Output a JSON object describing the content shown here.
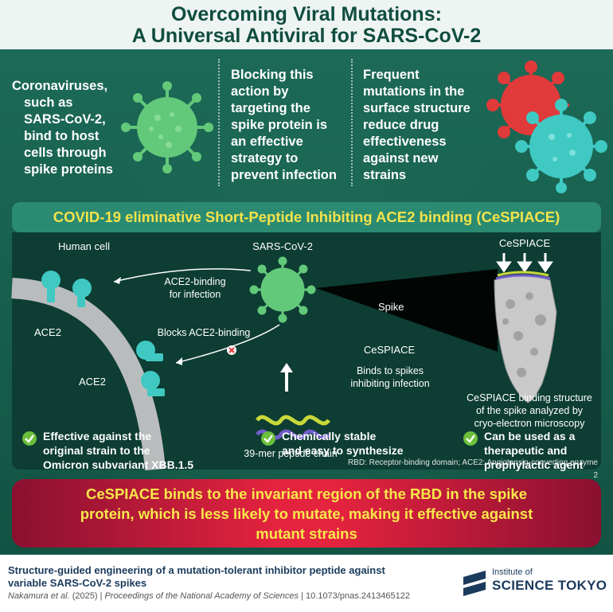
{
  "title": {
    "line1": "Overcoming Viral Mutations:",
    "line2": "A Universal Antiviral for SARS-CoV-2"
  },
  "intro": {
    "col1": [
      "Coronaviruses,",
      "such as",
      "SARS-CoV-2,",
      "bind to host",
      "cells through",
      "spike proteins"
    ],
    "col2": [
      "Blocking this",
      "action by",
      "targeting the",
      "spike protein is",
      "an effective",
      "strategy to",
      "prevent infection"
    ],
    "col3": [
      "Frequent",
      "mutations in the",
      "surface structure",
      "reduce drug",
      "effectiveness",
      "against new",
      "strains"
    ]
  },
  "banner": "COVID-19 eliminative Short-Peptide Inhibiting ACE2 binding (CeSPIACE)",
  "diagram": {
    "human_cell": "Human cell",
    "ace2_top": "ACE2",
    "ace2_bottom": "ACE2",
    "virus_label": "SARS-CoV-2",
    "ace2_binding_1": "ACE2-binding",
    "ace2_binding_2": "for infection",
    "blocks": "Blocks ACE2-binding",
    "spike": "Spike",
    "cespiace_mid": "CeSPIACE",
    "binds_1": "Binds to spikes",
    "binds_2": "inhibiting infection",
    "peptide": "39-mer peptide chain",
    "cespiace_top": "CeSPIACE",
    "structure_1": "CeSPIACE binding structure",
    "structure_2": "of the spike analyzed by",
    "structure_3": "cryo-electron microscopy",
    "footnote": "RBD: Receptor-binding domain; ACE2: Angiotensin-converting enzyme 2"
  },
  "benefits": [
    {
      "lines": [
        "Effective against the",
        "original strain to the",
        "Omicron subvariant XBB.1.5"
      ]
    },
    {
      "lines": [
        "Chemically stable",
        "and easy to synthesize"
      ]
    },
    {
      "lines": [
        "Can be used as a",
        "therapeutic and",
        "prophylactic agent"
      ]
    }
  ],
  "conclusion": {
    "line1": "CeSPIACE binds to the invariant region of the RBD in the spike",
    "line2": "protein, which is less likely to mutate, making it effective against",
    "line3": "mutant strains"
  },
  "footer": {
    "paper_title_1": "Structure-guided engineering of a mutation-tolerant inhibitor peptide against",
    "paper_title_2": "variable SARS-CoV-2 spikes",
    "authors": "Nakamura et al.",
    "year": " (2025) | ",
    "journal": "Proceedings of the National Academy of Sciences",
    "doi": " | 10.1073/pnas.2413465122",
    "logo_line1": "Institute of",
    "logo_line2": "SCIENCE TOKYO"
  },
  "colors": {
    "title": "#0f4d3f",
    "panel": "#1c6a57",
    "banner_text": "#f5e34a",
    "virus_green": "#63c97a",
    "virus_red": "#e03a3a",
    "virus_cyan": "#3fc9c2",
    "check_green": "#6bbf3a",
    "conclusion_red": "#e4233f"
  }
}
